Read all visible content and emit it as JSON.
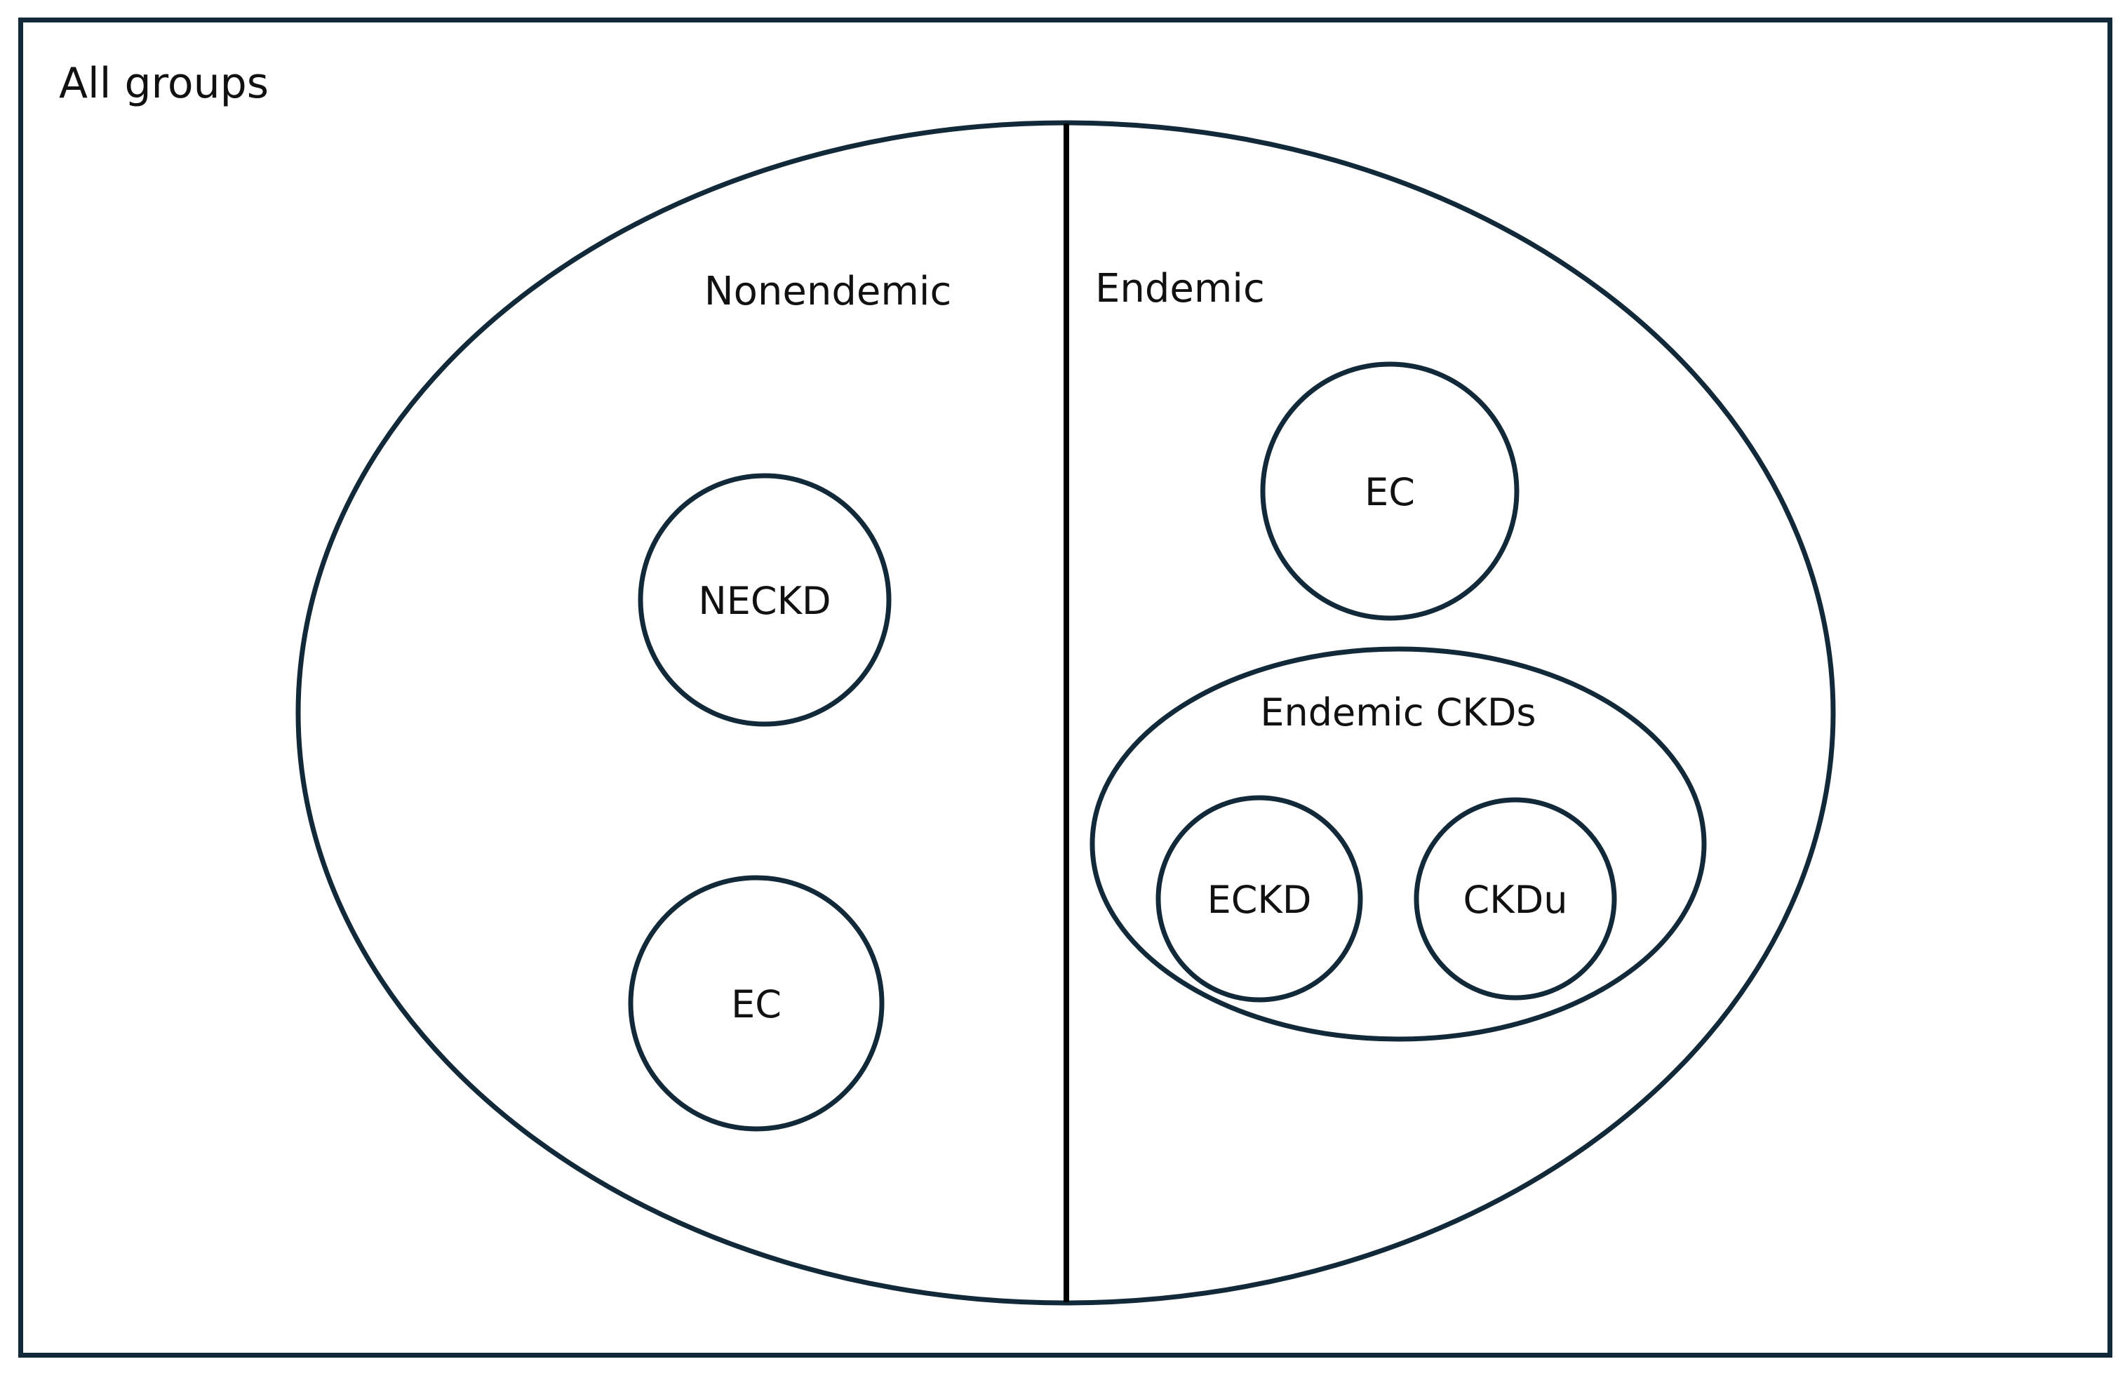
{
  "figure": {
    "title": "All groups",
    "background_color": "#ffffff",
    "stroke_color": "#12293a",
    "text_color": "#111111",
    "divider_color": "#000000",
    "type": "euler-venn-diagram"
  },
  "frame": {
    "label": "All groups",
    "name": "outer-frame"
  },
  "universe": {
    "label": "All groups",
    "shape": "rectangle"
  },
  "regions": [
    {
      "id": "nonendemic",
      "label": "Nonendemic",
      "side": "left"
    },
    {
      "id": "endemic",
      "label": "Endemic",
      "side": "right"
    }
  ],
  "groups": [
    {
      "id": "endemic-ckds",
      "label": "Endemic CKDs",
      "parent": "endemic",
      "shape": "ellipse"
    }
  ],
  "nodes": [
    {
      "id": "neckd",
      "label": "NECKD",
      "parent": "nonendemic",
      "shape": "circle"
    },
    {
      "id": "ec-nonendemic",
      "label": "EC",
      "parent": "nonendemic",
      "shape": "circle"
    },
    {
      "id": "ec-endemic",
      "label": "EC",
      "parent": "endemic",
      "shape": "circle"
    },
    {
      "id": "eckd",
      "label": "ECKD",
      "parent": "endemic-ckds",
      "shape": "circle"
    },
    {
      "id": "ckdu",
      "label": "CKDu",
      "parent": "endemic-ckds",
      "shape": "circle"
    }
  ],
  "chart_data": {
    "type": "diagram",
    "title": "All groups",
    "sets": [
      {
        "name": "All groups",
        "level": 0,
        "children": [
          "Nonendemic",
          "Endemic"
        ]
      },
      {
        "name": "Nonendemic",
        "level": 1,
        "children": [
          "NECKD",
          "EC"
        ]
      },
      {
        "name": "Endemic",
        "level": 1,
        "children": [
          "EC",
          "Endemic CKDs"
        ]
      },
      {
        "name": "Endemic CKDs",
        "level": 2,
        "children": [
          "ECKD",
          "CKDu"
        ]
      },
      {
        "name": "NECKD",
        "level": 3,
        "children": []
      },
      {
        "name": "EC",
        "level": 3,
        "children": []
      },
      {
        "name": "ECKD",
        "level": 3,
        "children": []
      },
      {
        "name": "CKDu",
        "level": 3,
        "children": []
      }
    ],
    "legend": [],
    "annotations": [
      "All groups",
      "Nonendemic",
      "Endemic",
      "Endemic CKDs",
      "NECKD",
      "EC",
      "EC",
      "ECKD",
      "CKDu"
    ]
  }
}
